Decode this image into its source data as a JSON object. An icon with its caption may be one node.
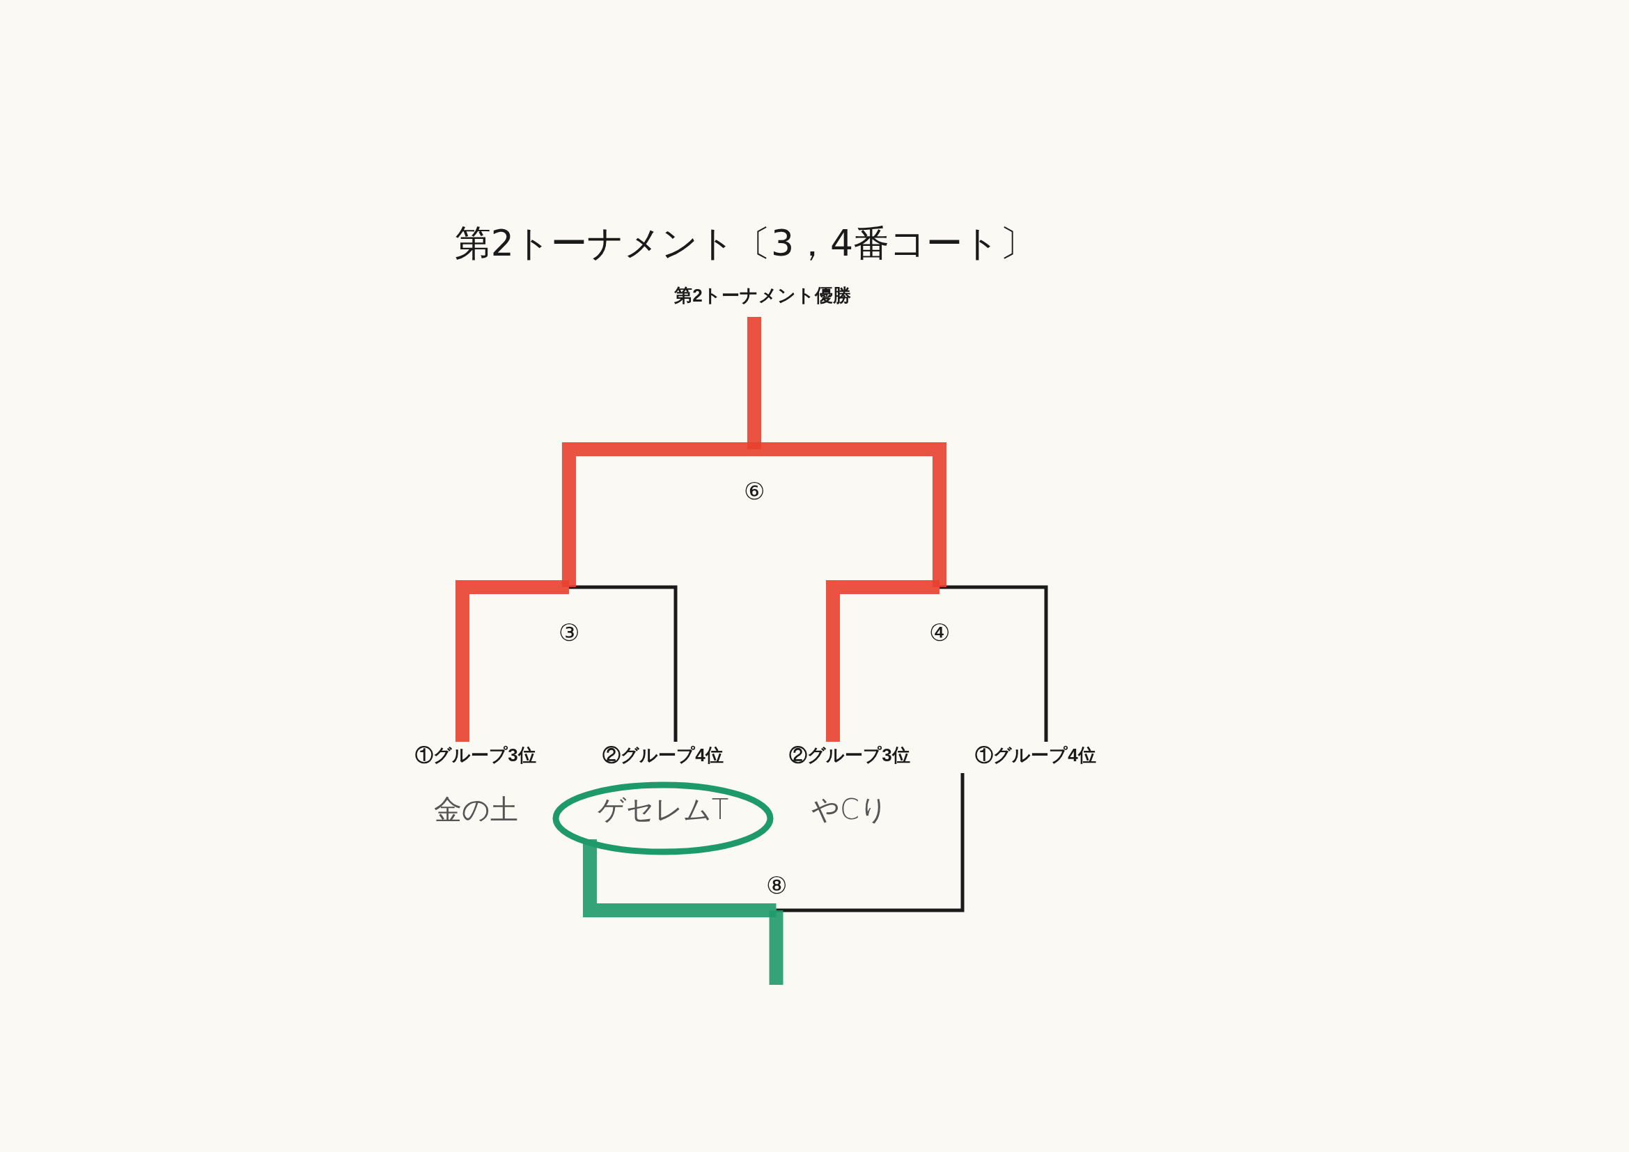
{
  "diagram": {
    "title": "第2トーナメント〔3，4番コート〕",
    "nodes": [
      {
        "text": [
          "第2トーナメント優勝"
        ]
      },
      {
        "text": [
          "⑥"
        ]
      },
      {
        "text": [
          "③"
        ]
      },
      {
        "text": [
          "④"
        ]
      },
      {
        "text": [
          "①グループ3位"
        ],
        "beside": [
          "金の土"
        ]
      },
      {
        "text": [
          "②グループ4位"
        ],
        "beside": [
          "ゲセレムT"
        ]
      },
      {
        "text": [
          "②グループ3位"
        ],
        "beside": [
          "やCり"
        ]
      },
      {
        "text": [
          "①グループ4位"
        ]
      },
      {
        "text": [
          "⑧"
        ]
      }
    ],
    "edges": [
      {
        "from": 4,
        "to": 2,
        "arrow": "none",
        "color": "#e8402f"
      },
      {
        "from": 5,
        "to": 2,
        "arrow": "none",
        "color": "#1a1a1a"
      },
      {
        "from": 6,
        "to": 3,
        "arrow": "none",
        "color": "#e8402f"
      },
      {
        "from": 7,
        "to": 3,
        "arrow": "none",
        "color": "#1a1a1a"
      },
      {
        "from": 2,
        "to": 1,
        "arrow": "none",
        "color": "#e8402f"
      },
      {
        "from": 3,
        "to": 1,
        "arrow": "none",
        "color": "#e8402f"
      },
      {
        "from": 1,
        "to": 0,
        "arrow": "none",
        "color": "#e8402f"
      },
      {
        "from": 5,
        "to": 8,
        "arrow": "none",
        "color": "#1e9a6a"
      },
      {
        "from": 7,
        "to": 8,
        "arrow": "none",
        "color": "#1a1a1a"
      },
      {
        "from": 8,
        "to": null,
        "arrow": "none",
        "color": "#1e9a6a"
      }
    ]
  }
}
